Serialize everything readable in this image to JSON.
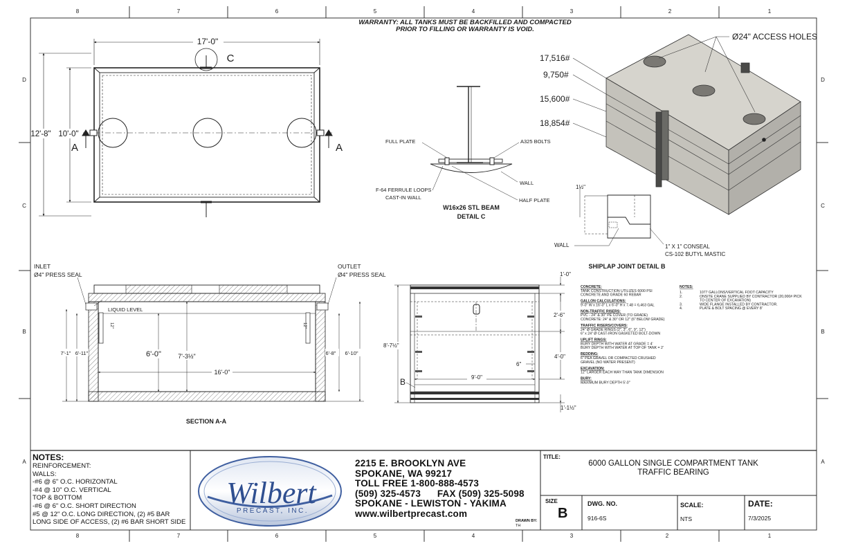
{
  "border": {
    "cols_top": [
      "8",
      "7",
      "6",
      "5",
      "4",
      "3",
      "2",
      "1"
    ],
    "cols_bottom": [
      "8",
      "7",
      "6",
      "5",
      "4",
      "3",
      "2",
      "1"
    ],
    "rows": [
      "D",
      "C",
      "B",
      "A"
    ]
  },
  "warranty": {
    "line1": "WARRANTY: ALL TANKS MUST BE BACKFILLED AND COMPACTED",
    "line2": "PRIOR TO FILLING OR WARRANTY IS VOID."
  },
  "plan_view": {
    "length": "17'-0\"",
    "outer_width": "12'-8\"",
    "inner_width": "10'-0\"",
    "section_mark": "A",
    "detail_mark": "C"
  },
  "detail_c": {
    "full_plate": "FULL PLATE",
    "bolts": "A325 BOLTS",
    "wall": "WALL",
    "ferrule1": "F-64 FERRULE LOOPS",
    "ferrule2": "CAST-IN WALL",
    "half_plate": "HALF PLATE",
    "title1": "W16x26 STL BEAM",
    "title2": "DETAIL C"
  },
  "iso_view": {
    "access_holes": "Ø24\" ACCESS HOLES",
    "weights": [
      "17,516#",
      "9,750#",
      "15,600#",
      "18,854#"
    ]
  },
  "shiplap": {
    "dim": "1½\"",
    "wall": "WALL",
    "seal1": "1\" X 1\" CONSEAL",
    "seal2": "CS-102 BUTYL MASTIC",
    "title": "SHIPLAP JOINT DETAIL B"
  },
  "section_aa": {
    "inlet1": "INLET",
    "inlet2": "Ø4\" PRESS SEAL",
    "outlet1": "OUTLET",
    "outlet2": "Ø4\" PRESS SEAL",
    "liquid_level": "LIQUID LEVEL",
    "dim_6_0": "6'-0\"",
    "dim_7_3": "7'-3½\"",
    "dim_16_0": "16'-0\"",
    "dim_7_1": "7'-1\"",
    "dim_6_11": "6'-11\"",
    "dim_6_8": "6'-8\"",
    "dim_6_10": "6'-10\"",
    "dim_12a": "12\"",
    "dim_12b": "12\"",
    "title": "SECTION A-A"
  },
  "side_section": {
    "dim_1_0": "1'-0\"",
    "dim_2_6": "2'-6\"",
    "dim_4_0": "4'-0\"",
    "dim_6": "6\"",
    "dim_9_0": "9'-0\"",
    "dim_8_7": "8'-7½\"",
    "dim_1_1": "1'-1½\"",
    "mark_b": "B"
  },
  "spec": {
    "left": [
      {
        "t": "CONCRETE:",
        "h": true
      },
      {
        "t": "TANK CONSTRUCTION UTILIZES 6000 PSI"
      },
      {
        "t": "CONCRETE AND GRADE 60 REBAR"
      },
      {
        "t": "GALLON CALCULATIONS:",
        "h": true
      },
      {
        "t": "9'-0\" W x 16'-0\" L x 6'-0\" H x 7.48 = 6,463 GAL"
      },
      {
        "t": "NON-TRAFFIC RISERS:",
        "h": true
      },
      {
        "t": "PVC - 24\" & 30\" PE COVER (TO GRADE)"
      },
      {
        "t": "CONCRETE: 24\" & 30\" OR 12\" (6\" BELOW GRADE)"
      },
      {
        "t": "TRAFFIC RISERS/COVERS:",
        "h": true
      },
      {
        "t": "24\" Ø GRADE RINGS (2\", 3\", 6\", 9\", 12\")"
      },
      {
        "t": "6\" x 24\" Ø CAST-IRON GASKETED BOLT-DOWN"
      },
      {
        "t": "UPLIFT RINGS:",
        "h": true
      },
      {
        "t": "BURY DEPTH WITH WATER AT GRADE = 4'"
      },
      {
        "t": "BURY DEPTH WITH WATER AT TOP OF TANK = 2'"
      },
      {
        "t": "BEDDING:",
        "h": true
      },
      {
        "t": "6\" PEA GRAVEL OR COMPACTED CRUSHED"
      },
      {
        "t": "GRAVEL (NO WATER PRESENT)"
      },
      {
        "t": "EXCAVATION:",
        "h": true
      },
      {
        "t": "12\" LARGER EACH WAY THAN TANK DIMENSION"
      },
      {
        "t": "BURY:",
        "h": true
      },
      {
        "t": "MAXIMUM BURY DEPTH 5'-0\""
      }
    ],
    "notes_head": "NOTES:",
    "notes": [
      {
        "n": "1.",
        "t": "1077 GALLONS/VERTICAL FOOT CAPACITY"
      },
      {
        "n": "2.",
        "t": "ONSITE CRANE SUPPLIED BY CONTRACTOR (20,000# PICK"
      },
      {
        "n": "",
        "t": "TO CENTER OF EXCAVATION)"
      },
      {
        "n": "3.",
        "t": "WIDE FLANGE INSTALLED BY CONTRACTOR."
      },
      {
        "n": "4.",
        "t": "PLATE & BOLT SPACING @ EVERY 8'"
      }
    ]
  },
  "notes_box": {
    "heading": "NOTES:",
    "lines": [
      "REINFORCEMENT:",
      "WALLS:",
      "-#6 @    6\" O.C. HORIZONTAL",
      "-#4 @ 10\" O.C. VERTICAL",
      "TOP & BOTTOM",
      "-#6 @ 6\" O.C. SHORT DIRECTION",
      "#5 @ 12\" O.C. LONG DIRECTION, (2) #5 BAR",
      "LONG SIDE OF ACCESS, (2) #6 BAR SHORT SIDE"
    ]
  },
  "logo": {
    "name": "Wilbert",
    "sub": "PRECAST, INC."
  },
  "company": {
    "lines": [
      "2215 E. BROOKLYN AVE",
      "SPOKANE, WA 99217",
      "TOLL FREE 1-800-888-4573",
      "(509) 325-4573      FAX (509) 325-5098",
      "SPOKANE - LEWISTON - YAKIMA",
      "www.wilbertprecast.com"
    ],
    "drawn_by_label": "DRAWN BY:",
    "drawn_by": "TH"
  },
  "title_block": {
    "title_label": "TITLE:",
    "title1": "6000 GALLON SINGLE COMPARTMENT TANK",
    "title2": "TRAFFIC BEARING",
    "size_label": "SIZE",
    "size": "B",
    "dwg_label": "DWG.  NO.",
    "dwg": "916-6S",
    "scale_label": "SCALE:",
    "scale": "NTS",
    "date_label": "DATE:",
    "date": "7/3/2025"
  }
}
